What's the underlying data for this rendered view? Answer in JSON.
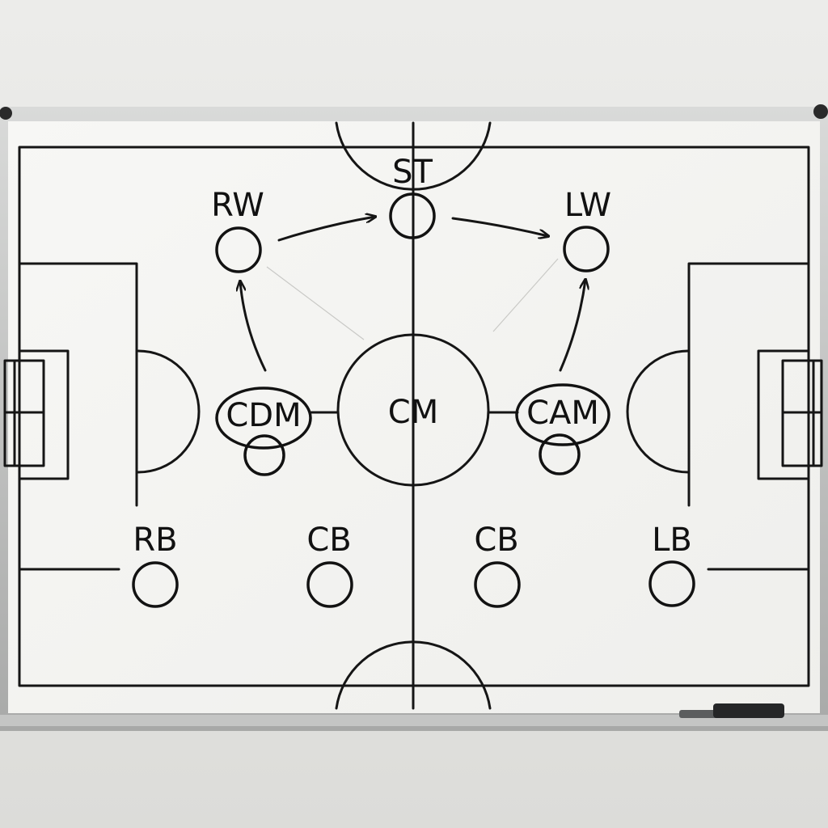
{
  "board": {
    "frame_color": "#bfc0bf",
    "surface_color": "#f5f5f3",
    "ink_color": "#151515"
  },
  "positions": {
    "st": "ST",
    "rw": "RW",
    "lw": "LW",
    "cdm": "CDM",
    "cm": "CM",
    "cam": "CAM",
    "rb": "RB",
    "cb_left": "CB",
    "cb_right": "CB",
    "lb": "LB"
  },
  "icons": [
    "magnet-icon",
    "marker-icon",
    "arrow-icon",
    "player-marker-icon",
    "goal-icon"
  ]
}
